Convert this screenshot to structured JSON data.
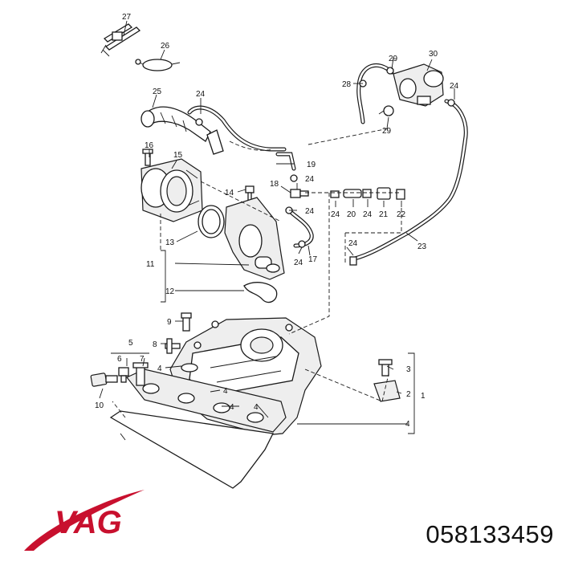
{
  "brand": {
    "logo_text": "VAG",
    "logo_color": "#c8102e"
  },
  "part_number": "058133459",
  "callouts": [
    "27",
    "26",
    "25",
    "24",
    "16",
    "15",
    "14",
    "13",
    "11",
    "12",
    "9",
    "8",
    "5",
    "6",
    "7",
    "10",
    "4",
    "4",
    "4",
    "4",
    "4",
    "3",
    "2",
    "1",
    "30",
    "29",
    "28",
    "24",
    "29",
    "19",
    "24",
    "18",
    "24",
    "24",
    "17",
    "24",
    "20",
    "24",
    "21",
    "22",
    "24",
    "23"
  ]
}
